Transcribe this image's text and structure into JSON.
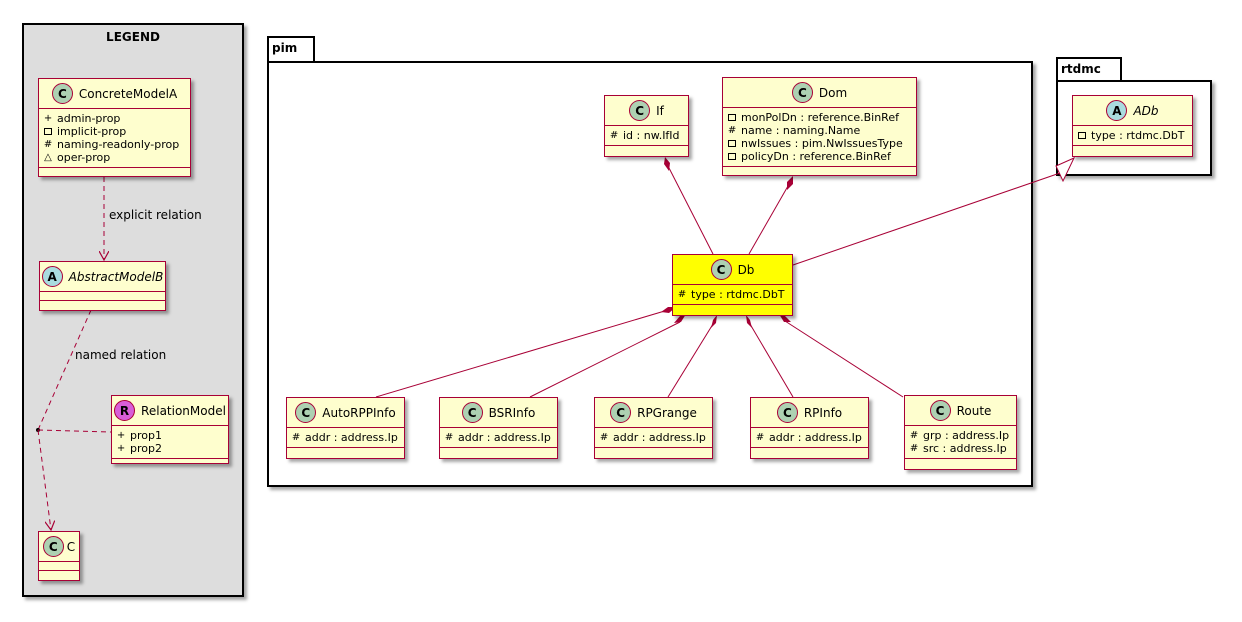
{
  "legend": {
    "title": "LEGEND",
    "concrete": {
      "name": "ConcreteModelA",
      "badge": "C",
      "attrs": [
        {
          "vis": "+",
          "text": "admin-prop"
        },
        {
          "vis": "-",
          "text": "implicit-prop"
        },
        {
          "vis": "#",
          "text": "naming-readonly-prop"
        },
        {
          "vis": "~",
          "text": "oper-prop"
        }
      ]
    },
    "explicit_relation_label": "explicit relation",
    "abstract": {
      "name": "AbstractModelB",
      "badge": "A"
    },
    "named_relation_label": "named relation",
    "relation_model": {
      "name": "RelationModel",
      "badge": "R",
      "attrs": [
        {
          "vis": "+",
          "text": "prop1"
        },
        {
          "vis": "+",
          "text": "prop2"
        }
      ]
    },
    "c_class": {
      "name": "C",
      "badge": "C"
    }
  },
  "packages": {
    "pim": {
      "title": "pim"
    },
    "rtdmc": {
      "title": "rtdmc"
    }
  },
  "classes": {
    "if": {
      "name": "If",
      "badge": "C",
      "attrs": [
        {
          "vis": "#",
          "text": "id : nw.IfId"
        }
      ]
    },
    "dom": {
      "name": "Dom",
      "badge": "C",
      "attrs": [
        {
          "vis": "-",
          "text": "monPolDn : reference.BinRef"
        },
        {
          "vis": "#",
          "text": "name : naming.Name"
        },
        {
          "vis": "-",
          "text": "nwIssues : pim.NwIssuesType"
        },
        {
          "vis": "-",
          "text": "policyDn : reference.BinRef"
        }
      ]
    },
    "db": {
      "name": "Db",
      "badge": "C",
      "attrs": [
        {
          "vis": "#",
          "text": "type : rtdmc.DbT"
        }
      ]
    },
    "adb": {
      "name": "ADb",
      "badge": "A",
      "attrs": [
        {
          "vis": "-",
          "text": "type : rtdmc.DbT"
        }
      ]
    },
    "autorpp": {
      "name": "AutoRPPInfo",
      "badge": "C",
      "attrs": [
        {
          "vis": "#",
          "text": "addr : address.Ip"
        }
      ]
    },
    "bsr": {
      "name": "BSRInfo",
      "badge": "C",
      "attrs": [
        {
          "vis": "#",
          "text": "addr : address.Ip"
        }
      ]
    },
    "rpgrange": {
      "name": "RPGrange",
      "badge": "C",
      "attrs": [
        {
          "vis": "#",
          "text": "addr : address.Ip"
        }
      ]
    },
    "rpinfo": {
      "name": "RPInfo",
      "badge": "C",
      "attrs": [
        {
          "vis": "#",
          "text": "addr : address.Ip"
        }
      ]
    },
    "route": {
      "name": "Route",
      "badge": "C",
      "attrs": [
        {
          "vis": "#",
          "text": "grp : address.Ip"
        },
        {
          "vis": "#",
          "text": "src : address.Ip"
        }
      ]
    }
  },
  "colors": {
    "class_fill": "#fefece",
    "highlight_fill": "#ffff00",
    "border": "#a80036",
    "legend_fill": "#dddddd"
  }
}
